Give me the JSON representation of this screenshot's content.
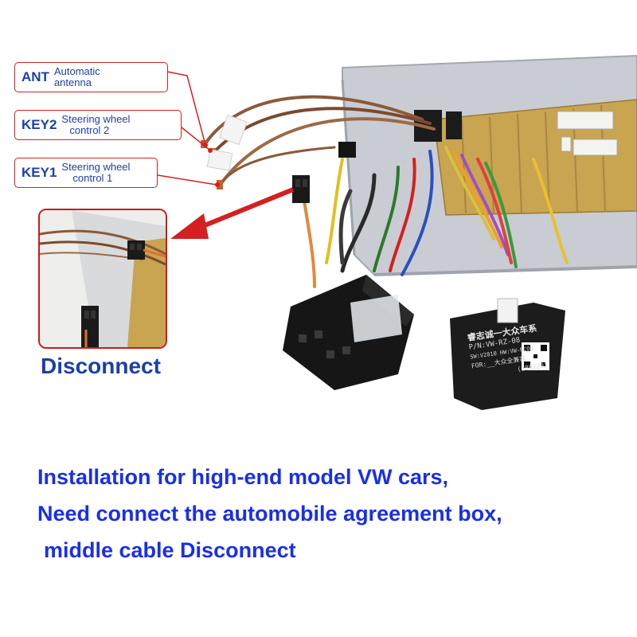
{
  "callouts": [
    {
      "key": "ANT",
      "line1": "Automatic",
      "line2": "antenna"
    },
    {
      "key": "KEY2",
      "line1": "Steering wheel",
      "line2": "control 2"
    },
    {
      "key": "KEY1",
      "line1": "Steering wheel",
      "line2": "control 1"
    }
  ],
  "inset_label": "Disconnect",
  "box_label": {
    "brand": "睿志诚一大众车系",
    "pn": "P/N:VW-RZ-08",
    "sw": "SW:V2010 HW:VW-NCO3",
    "for": "FOR:__大众全兼容",
    "date": "(180220)"
  },
  "caption": {
    "line1": "Installation for high-end model VW cars,",
    "line2": "Need connect the  automobile agreement box,",
    "line3": "middle cable Disconnect"
  },
  "colors": {
    "callout_border": "#d42020",
    "callout_text": "#1d3fa8",
    "caption_text": "#1a2fe6",
    "arrow": "#d42020"
  }
}
